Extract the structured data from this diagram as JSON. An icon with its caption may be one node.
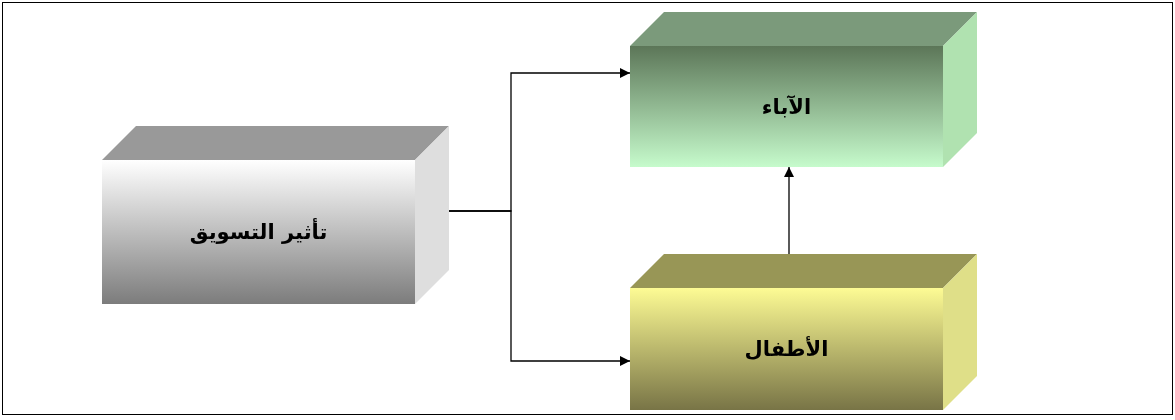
{
  "diagram": {
    "nodes": [
      {
        "text": [
          "تأثير التسويق"
        ]
      },
      {
        "text": [
          "الآباء"
        ]
      },
      {
        "text": [
          "الأطفال"
        ]
      }
    ],
    "edges": [
      {
        "from": 0,
        "to": 1,
        "arrow": "to"
      },
      {
        "from": 0,
        "to": 2,
        "arrow": "to"
      },
      {
        "from": 2,
        "to": 1,
        "arrow": "to"
      }
    ]
  }
}
